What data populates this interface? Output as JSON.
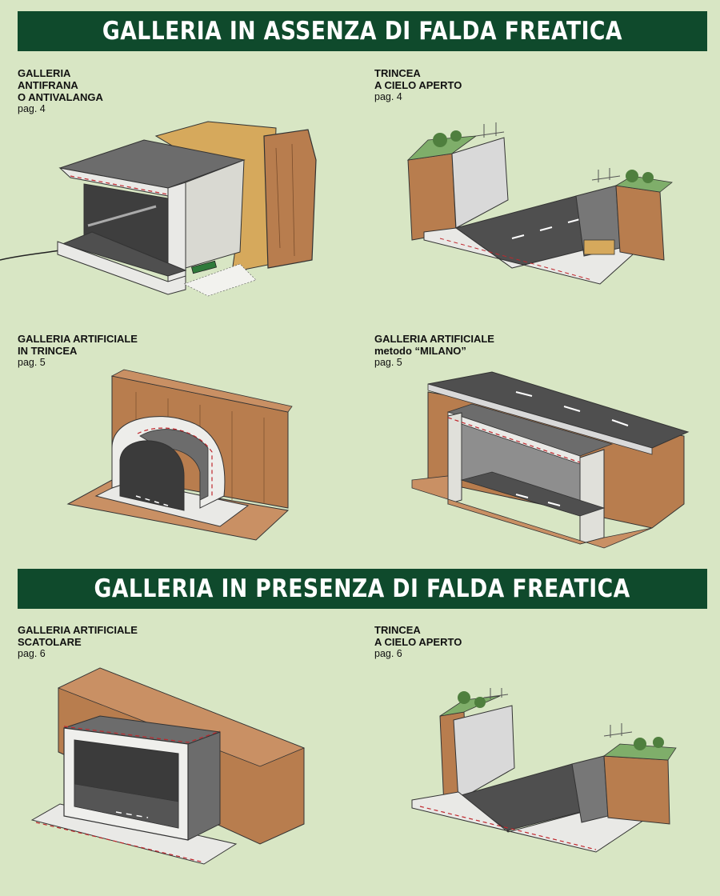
{
  "banners": {
    "top": "GALLERIA IN ASSENZA DI FALDA FREATICA",
    "bottom": "GALLERIA IN PRESENZA DI FALDA FREATICA"
  },
  "panels": [
    {
      "lines": [
        "GALLERIA",
        "ANTIFRANA",
        "O ANTIVALANGA"
      ],
      "page": "pag. 4"
    },
    {
      "lines": [
        "TRINCEA",
        "A CIELO APERTO"
      ],
      "page": "pag. 4"
    },
    {
      "lines": [
        "GALLERIA ARTIFICIALE",
        "IN TRINCEA"
      ],
      "page": "pag. 5"
    },
    {
      "lines": [
        "GALLERIA ARTIFICIALE",
        "metodo “MILANO”"
      ],
      "page": "pag. 5"
    },
    {
      "lines": [
        "GALLERIA ARTIFICIALE",
        "SCATOLARE"
      ],
      "page": "pag. 6"
    },
    {
      "lines": [
        "TRINCEA",
        "A CIELO APERTO"
      ],
      "page": "pag. 6"
    }
  ],
  "colors": {
    "background": "#d8e6c4",
    "banner": "#0f4a2c",
    "soil": "#b87d4e",
    "concrete": "#e9e9e6",
    "asphalt": "#5a5a5a",
    "membrane": "#8a8a8a",
    "sand": "#d6a95c",
    "grass": "#7fae6a"
  }
}
